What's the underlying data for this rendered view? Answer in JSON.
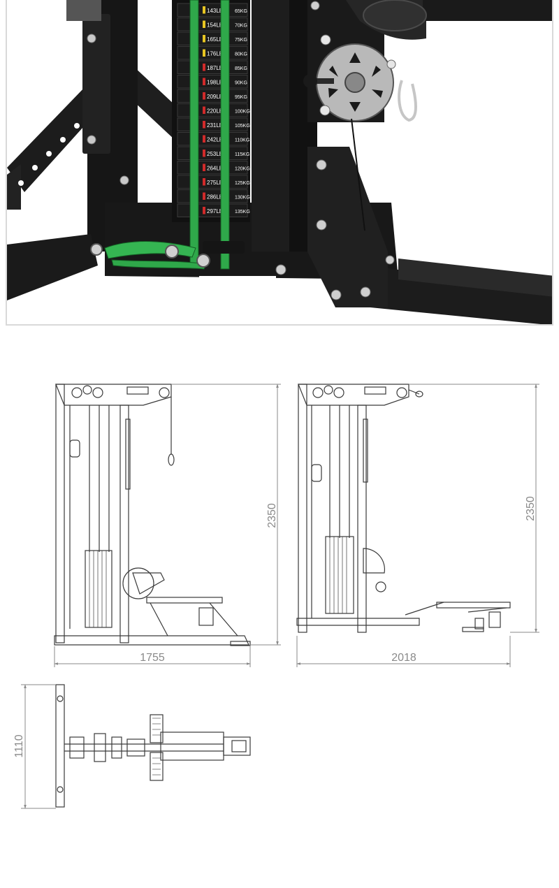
{
  "weight_stack": {
    "plates": [
      {
        "lb": "143LB",
        "kg": "65KG",
        "tab": "#e8c522"
      },
      {
        "lb": "154LB",
        "kg": "70KG",
        "tab": "#e8c522"
      },
      {
        "lb": "165LB",
        "kg": "75KG",
        "tab": "#e8c522"
      },
      {
        "lb": "176LB",
        "kg": "80KG",
        "tab": "#e8c522"
      },
      {
        "lb": "187LB",
        "kg": "85KG",
        "tab": "#d12a2a"
      },
      {
        "lb": "198LB",
        "kg": "90KG",
        "tab": "#d12a2a"
      },
      {
        "lb": "209LB",
        "kg": "95KG",
        "tab": "#d12a2a"
      },
      {
        "lb": "220LB",
        "kg": "100KG",
        "tab": "#d12a2a"
      },
      {
        "lb": "231LB",
        "kg": "105KG",
        "tab": "#d12a2a"
      },
      {
        "lb": "242LB",
        "kg": "110KG",
        "tab": "#d12a2a"
      },
      {
        "lb": "253LB",
        "kg": "115KG",
        "tab": "#d12a2a"
      },
      {
        "lb": "264LB",
        "kg": "120KG",
        "tab": "#d12a2a"
      },
      {
        "lb": "275LB",
        "kg": "125KG",
        "tab": "#d12a2a"
      },
      {
        "lb": "286LB",
        "kg": "130KG",
        "tab": "#d12a2a"
      },
      {
        "lb": "297LB",
        "kg": "135KG",
        "tab": "#d12a2a"
      }
    ]
  },
  "dimensions": {
    "side_view_1": {
      "width": "1755",
      "height": "2350"
    },
    "side_view_2": {
      "width": "2018",
      "height": "2350"
    },
    "top_view": {
      "depth": "1110"
    }
  },
  "colors": {
    "frame": "#1a1a1a",
    "band": "#2fa84a",
    "dimension": "#8a8a8a",
    "line": "#3a3a3a"
  }
}
